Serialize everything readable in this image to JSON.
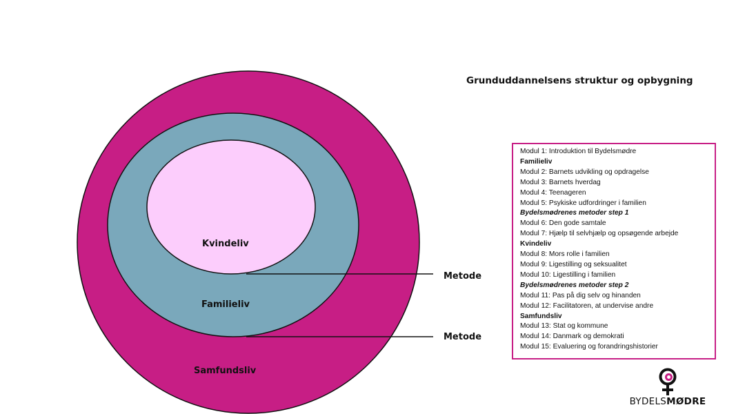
{
  "title": "Grunduddannelsens struktur og opbygning",
  "colors": {
    "outer_ring": "#c71e85",
    "middle_ring": "#7aa8bb",
    "inner_circle": "#fccdfc",
    "box_border": "#c71e85",
    "outline": "#111111"
  },
  "diagram": {
    "rings": [
      {
        "label": "Kvindeliv"
      },
      {
        "label": "Familieliv"
      },
      {
        "label": "Samfundsliv"
      }
    ],
    "connectors": [
      {
        "label": "Metode"
      },
      {
        "label": "Metode"
      }
    ]
  },
  "modules": [
    {
      "text": "Modul 1: Introduktion til Bydelsmødre",
      "style": "normal"
    },
    {
      "text": "Familieliv",
      "style": "heading"
    },
    {
      "text": "Modul 2: Barnets udvikling og opdragelse",
      "style": "normal"
    },
    {
      "text": "Modul 3: Barnets hverdag",
      "style": "normal"
    },
    {
      "text": "Modul 4: Teenageren",
      "style": "normal"
    },
    {
      "text": "Modul 5: Psykiske udfordringer i familien",
      "style": "normal"
    },
    {
      "text": "Bydelsmødrenes metoder step 1",
      "style": "method"
    },
    {
      "text": "Modul 6: Den gode samtale",
      "style": "normal"
    },
    {
      "text": "Modul 7: Hjælp til selvhjælp og opsøgende arbejde",
      "style": "normal"
    },
    {
      "text": "Kvindeliv",
      "style": "heading"
    },
    {
      "text": "Modul 8: Mors rolle i familien",
      "style": "normal"
    },
    {
      "text": "Modul 9: Ligestilling og seksualitet",
      "style": "normal"
    },
    {
      "text": "Modul 10: Ligestilling i familien",
      "style": "normal"
    },
    {
      "text": "Bydelsmødrenes metoder step 2",
      "style": "method"
    },
    {
      "text": "Modul 11: Pas på dig selv og hinanden",
      "style": "normal"
    },
    {
      "text": "Modul 12: Facilitatoren, at undervise andre",
      "style": "normal"
    },
    {
      "text": "Samfundsliv",
      "style": "heading"
    },
    {
      "text": "Modul 13: Stat og kommune",
      "style": "normal"
    },
    {
      "text": "Modul 14: Danmark og demokrati",
      "style": "normal"
    },
    {
      "text": "Modul 15: Evaluering og forandringshistorier",
      "style": "normal"
    }
  ],
  "logo": {
    "icon": "bydelsmodre-venus-icon",
    "text_light": "BYDELS",
    "text_bold": "MØDRE"
  }
}
